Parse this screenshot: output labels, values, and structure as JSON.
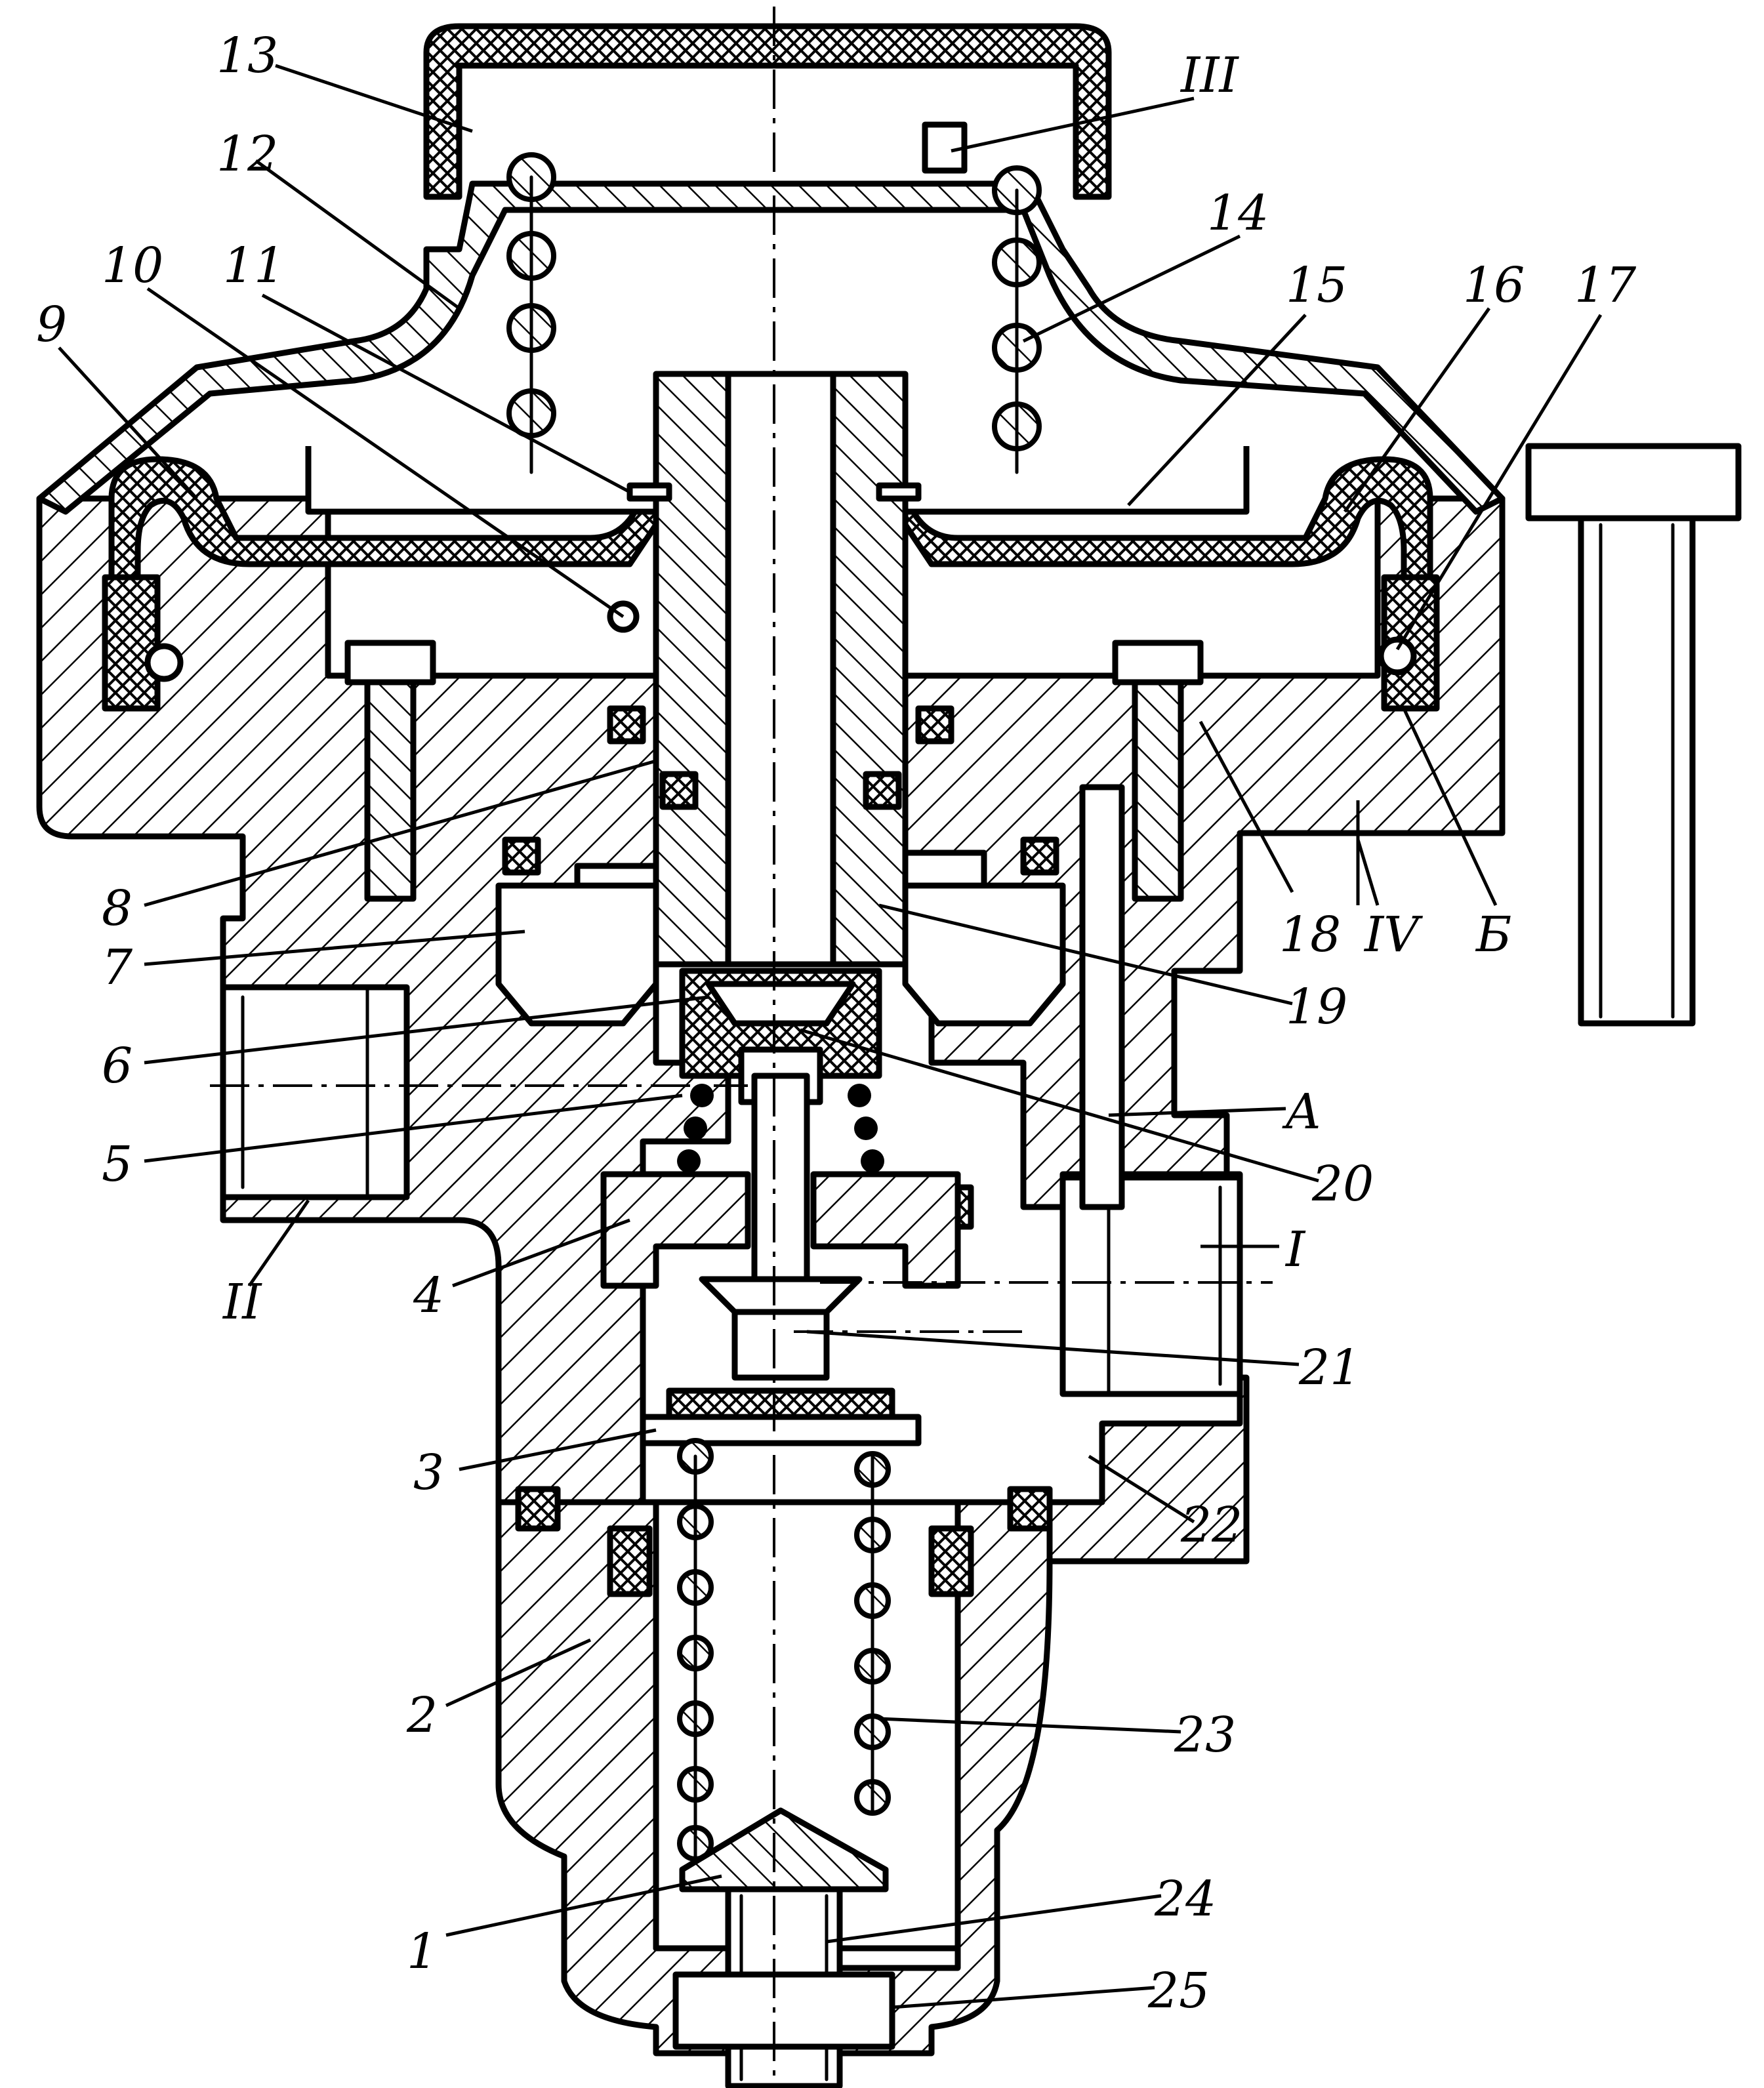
{
  "callouts": {
    "c1": "1",
    "c2": "2",
    "c3": "3",
    "c4": "4",
    "c5": "5",
    "c6": "6",
    "c7": "7",
    "c8": "8",
    "c9": "9",
    "c10": "10",
    "c11": "11",
    "c12": "12",
    "c13": "13",
    "c14": "14",
    "c15": "15",
    "c16": "16",
    "c17": "17",
    "c18": "18",
    "c19": "19",
    "c20": "20",
    "c21": "21",
    "c22": "22",
    "c23": "23",
    "c24": "24",
    "c25": "25",
    "port_I": "I",
    "port_II": "II",
    "port_III": "III",
    "port_IV": "IV",
    "cav_A": "A",
    "cav_B": "Б"
  }
}
